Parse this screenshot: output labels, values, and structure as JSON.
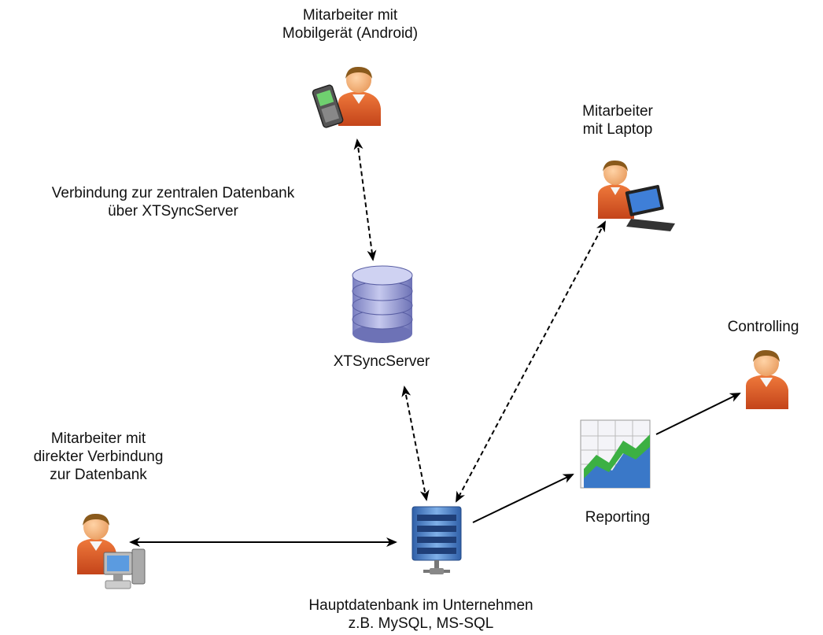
{
  "diagram": {
    "nodes": {
      "mobile": {
        "label": "Mitarbeiter mit\nMobilgerät  (Android)",
        "icon": "user-mobile-phone-icon"
      },
      "laptop": {
        "label": "Mitarbeiter\nmit Laptop",
        "icon": "user-laptop-icon"
      },
      "controlling": {
        "label": "Controlling",
        "icon": "user-icon"
      },
      "sync_server": {
        "label": "XTSyncServer",
        "icon": "database-icon"
      },
      "desktop": {
        "label": "Mitarbeiter mit\ndirekter Verbindung\nzur Datenbank",
        "icon": "user-desktop-computer-icon"
      },
      "main_db": {
        "label": "Hauptdatenbank im Unternehmen\nz.B. MySQL, MS-SQL",
        "icon": "server-icon"
      },
      "reporting": {
        "label": "Reporting",
        "icon": "chart-report-icon"
      }
    },
    "annotations": {
      "sync_connection": "Verbindung zur zentralen Datenbank\nüber XTSyncServer"
    },
    "colors": {
      "person_skin": "#f0b27a",
      "person_shirt": "#d9541e",
      "person_hair": "#8a5a1c",
      "database": "#9a9ed6",
      "server": "#4a7fc8",
      "chart_green": "#3cb043",
      "chart_blue": "#3a78c8"
    }
  }
}
